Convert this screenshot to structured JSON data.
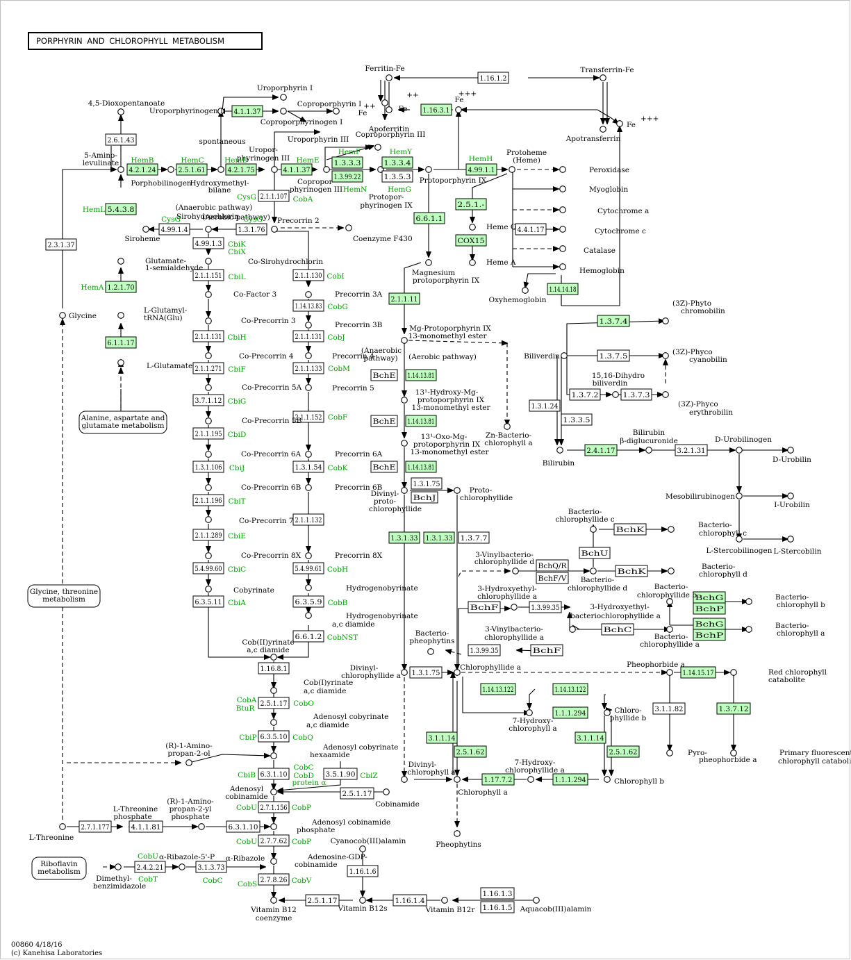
{
  "title": "PORPHYRIN AND CHLOROPHYLL METABOLISM",
  "footer": [
    "00860 4/18/16",
    "(c) Kanehisa Laboratories"
  ],
  "enzymes": [
    {
      "label": "2.6.1.43",
      "hl": false
    },
    {
      "label": "4.2.1.24",
      "hl": true
    },
    {
      "label": "2.5.1.61",
      "hl": true
    },
    {
      "label": "4.2.1.75",
      "hl": true
    },
    {
      "label": "4.1.1.37",
      "hl": true
    },
    {
      "label": "4.1.1.37",
      "hl": true
    },
    {
      "label": "1.3.3.3",
      "hl": true
    },
    {
      "label": "1.3.99.22",
      "hl": true
    },
    {
      "label": "1.3.3.4",
      "hl": true
    },
    {
      "label": "1.3.5.3",
      "hl": false
    },
    {
      "label": "4.99.1.1",
      "hl": true
    },
    {
      "label": "1.16.3.1",
      "hl": true
    },
    {
      "label": "1.16.1.2",
      "hl": false
    },
    {
      "label": "2.5.1.-",
      "hl": true
    },
    {
      "label": "COX15",
      "hl": true
    },
    {
      "label": "4.4.1.17",
      "hl": false
    },
    {
      "label": "1.14.14.18",
      "hl": true
    },
    {
      "label": "5.4.3.8",
      "hl": true
    },
    {
      "label": "1.2.1.70",
      "hl": true
    },
    {
      "label": "6.1.1.17",
      "hl": true
    },
    {
      "label": "2.3.1.37",
      "hl": false
    },
    {
      "label": "2.1.1.107",
      "hl": false
    },
    {
      "label": "4.99.1.4",
      "hl": false
    },
    {
      "label": "1.3.1.76",
      "hl": false
    },
    {
      "label": "4.99.1.3",
      "hl": false
    },
    {
      "label": "2.1.1.151",
      "hl": false
    },
    {
      "label": "2.1.1.131",
      "hl": false
    },
    {
      "label": "2.1.1.271",
      "hl": false
    },
    {
      "label": "3.7.1.12",
      "hl": false
    },
    {
      "label": "2.1.1.195",
      "hl": false
    },
    {
      "label": "1.3.1.106",
      "hl": false
    },
    {
      "label": "2.1.1.196",
      "hl": false
    },
    {
      "label": "2.1.1.289",
      "hl": false
    },
    {
      "label": "5.4.99.60",
      "hl": false
    },
    {
      "label": "6.3.5.11",
      "hl": false
    },
    {
      "label": "2.1.1.130",
      "hl": false
    },
    {
      "label": "1.14.13.83",
      "hl": false
    },
    {
      "label": "2.1.1.131",
      "hl": false
    },
    {
      "label": "2.1.1.133",
      "hl": false
    },
    {
      "label": "2.1.1.152",
      "hl": false
    },
    {
      "label": "1.3.1.54",
      "hl": false
    },
    {
      "label": "2.1.1.132",
      "hl": false
    },
    {
      "label": "5.4.99.61",
      "hl": false
    },
    {
      "label": "6.3.5.9",
      "hl": false
    },
    {
      "label": "6.6.1.2",
      "hl": false
    },
    {
      "label": "6.6.1.1",
      "hl": true
    },
    {
      "label": "2.1.1.11",
      "hl": true
    },
    {
      "label": "BchE",
      "hl": false
    },
    {
      "label": "1.14.13.81",
      "hl": true
    },
    {
      "label": "BchE",
      "hl": false
    },
    {
      "label": "1.14.13.81",
      "hl": true
    },
    {
      "label": "BchE",
      "hl": false
    },
    {
      "label": "1.14.13.81",
      "hl": true
    },
    {
      "label": "1.3.1.75",
      "hl": false
    },
    {
      "label": "BchJ",
      "hl": false
    },
    {
      "label": "1.3.1.33",
      "hl": true
    },
    {
      "label": "1.3.1.33",
      "hl": true
    },
    {
      "label": "1.3.7.7",
      "hl": false
    },
    {
      "label": "1.3.7.4",
      "hl": true
    },
    {
      "label": "1.3.7.5",
      "hl": false
    },
    {
      "label": "1.3.7.2",
      "hl": false
    },
    {
      "label": "1.3.7.3",
      "hl": false
    },
    {
      "label": "1.3.1.24",
      "hl": false
    },
    {
      "label": "1.3.3.5",
      "hl": false
    },
    {
      "label": "2.4.1.17",
      "hl": true
    },
    {
      "label": "3.2.1.31",
      "hl": false
    },
    {
      "label": "BchK",
      "hl": false
    },
    {
      "label": "BchU",
      "hl": false
    },
    {
      "label": "BchQ/R",
      "hl": false
    },
    {
      "label": "BchF/V",
      "hl": false
    },
    {
      "label": "BchK",
      "hl": false
    },
    {
      "label": "BchF",
      "hl": false
    },
    {
      "label": "1.3.99.35",
      "hl": false
    },
    {
      "label": "BchC",
      "hl": false
    },
    {
      "label": "BchG",
      "hl": true
    },
    {
      "label": "BchP",
      "hl": true
    },
    {
      "label": "BchG",
      "hl": true
    },
    {
      "label": "BchP",
      "hl": true
    },
    {
      "label": "1.3.99.35",
      "hl": false
    },
    {
      "label": "BchF",
      "hl": false
    },
    {
      "label": "1.3.1.75",
      "hl": false
    },
    {
      "label": "1.14.15.17",
      "hl": true
    },
    {
      "label": "1.14.13.122",
      "hl": true
    },
    {
      "label": "1.14.13.122",
      "hl": true
    },
    {
      "label": "1.1.1.294",
      "hl": true
    },
    {
      "label": "3.1.1.82",
      "hl": false
    },
    {
      "label": "1.3.7.12",
      "hl": true
    },
    {
      "label": "3.1.1.14",
      "hl": true
    },
    {
      "label": "3.1.1.14",
      "hl": true
    },
    {
      "label": "2.5.1.62",
      "hl": true
    },
    {
      "label": "2.5.1.62",
      "hl": true
    },
    {
      "label": "1.17.7.2",
      "hl": true
    },
    {
      "label": "1.1.1.294",
      "hl": true
    },
    {
      "label": "1.16.8.1",
      "hl": false
    },
    {
      "label": "2.5.1.17",
      "hl": false
    },
    {
      "label": "6.3.5.10",
      "hl": false
    },
    {
      "label": "6.3.1.10",
      "hl": false
    },
    {
      "label": "3.5.1.90",
      "hl": false
    },
    {
      "label": "2.5.1.17",
      "hl": false
    },
    {
      "label": "2.7.1.156",
      "hl": false
    },
    {
      "label": "6.3.1.10",
      "hl": false
    },
    {
      "label": "2.7.7.62",
      "hl": false
    },
    {
      "label": "2.7.8.26",
      "hl": false
    },
    {
      "label": "2.7.1.177",
      "hl": false
    },
    {
      "label": "4.1.1.81",
      "hl": false
    },
    {
      "label": "2.4.2.21",
      "hl": false
    },
    {
      "label": "3.1.3.73",
      "hl": false
    },
    {
      "label": "2.5.1.17",
      "hl": false
    },
    {
      "label": "1.16.1.6",
      "hl": false
    },
    {
      "label": "1.16.1.4",
      "hl": false
    },
    {
      "label": "1.16.1.3",
      "hl": false
    },
    {
      "label": "1.16.1.5",
      "hl": false
    }
  ],
  "compounds": [
    "4,5-Dioxopentanoate",
    "5-Amino-",
    "levulinate",
    "Porphobilinogen",
    "Hydroxymethyl-",
    "bilane",
    "Uroporphyrinogen I",
    "Uroporphyrin I",
    "Coproporphyrin I",
    "Coproporphyrinogen I",
    "spontaneous",
    "Uroporphyrin III",
    "Uropor-",
    "phyrinogen III",
    "Coproporphyrin III",
    "Copropor-",
    "phyrinogen III",
    "Protoporphyrin IX",
    "Protopor-",
    "phyrinogen IX",
    "Protoheme",
    "(Heme)",
    "Ferritin-Fe",
    "Fe",
    "++",
    "Fe",
    "++",
    "Fe",
    "+++",
    "Apoferritin",
    "Transferrin-Fe",
    "Apotransferrin",
    "Fe",
    "+++",
    "Peroxidase",
    "Myoglobin",
    "Cytochrome a",
    "Cytochrome c",
    "Catalase",
    "Hemoglobin",
    "Heme O",
    "Heme A",
    "Oxyhemoglobin",
    "Glutamate-",
    "1-semialdehyde",
    "L-Glutamyl-",
    "tRNA(Glu)",
    "L-Glutamate",
    "Glycine",
    "(Anaerobic pathway)",
    "Sirohydrochlorin",
    "Siroheme",
    "(Aerobic pathway)",
    "Precorrin 2",
    "Coenzyme F430",
    "Co-Sirohydrochlorin",
    "Co-Factor 3",
    "Co-Precorrin 3",
    "Co-Precorrin 4",
    "Co-Precorrin 5A",
    "Co-Precorrin 5B",
    "Co-Precorrin 6A",
    "Co-Precorrin 6B",
    "Co-Precorrin 7",
    "Co-Precorrin 8X",
    "Cobyrinate",
    "Precorrin 3A",
    "Precorrin 3B",
    "Precorrin 4",
    "Precorrin 5",
    "Precorrin 6A",
    "Precorrin 6B",
    "Precorrin 8X",
    "Hydrogenobyrinate",
    "Hydrogenobyrinate",
    "a,c diamide",
    "Cob(II)yrinate",
    "a,c diamide",
    "Cob(I)yrinate",
    "a,c diamide",
    "Adenosyl cobyrinate",
    "a,c diamide",
    "Adenosyl cobyrinate",
    "hexaamide",
    "Adenosyl",
    "cobinamide",
    "Cobinamide",
    "Adenosyl cobinamide",
    "phosphate",
    "Adenosine-GDP-",
    "cobinamide",
    "Cyanocob(III)alamin",
    "Vitamin B12",
    "coenzyme",
    "Vitamin B12s",
    "Vitamin B12r",
    "Aquacob(III)alamin",
    "(R)-1-Amino-",
    "propan-2-ol",
    "(R)-1-Amino-",
    "propan-2-yl",
    "phosphate",
    "L-Threonine",
    "phosphate",
    "L-Threonine",
    "α-Ribazole-5'-P",
    "α-Ribazole",
    "Dimethyl-",
    "benzimidazole",
    "Magnesium",
    "protoporphyrin IX",
    "Mg-Protoporphyrin IX",
    "13-monomethyl ester",
    "(Anaerobic",
    "pathway)",
    "(Aerobic pathway)",
    "13¹-Hydroxy-Mg-",
    "protoporphyrin IX",
    "13-monomethyl ester",
    "13¹-Oxo-Mg-",
    "protoporphyrin IX",
    "13-monomethyl ester",
    "Zn-Bacterio-",
    "chlorophyll a",
    "Divinyl-",
    "proto-",
    "chlorophyllide",
    "Proto-",
    "chlorophyllide",
    "Bacterio-",
    "pheophytins",
    "Divinyl-",
    "chlorophyllide a",
    "Chlorophyllide a",
    "Divinyl-",
    "chlorophyll a",
    "Chlorophyll a",
    "Pheophytins",
    "7-Hydroxy-",
    "chlorophyllide a",
    "Chloro-",
    "phyllide b",
    "7-Hydroxy-",
    "chlorophyll a",
    "Chlorophyll b",
    "Pheophorbide a",
    "Red chlorophyll",
    "catabolite",
    "Pyro-",
    "pheophorbide a",
    "Primary fluorescent",
    "chlorophyll catabolite",
    "3-Vinylbacterio-",
    "chlorophyllide d",
    "Bacterio-",
    "chlorophyllide d",
    "Bacterio-",
    "chlorophyll d",
    "Bacterio-",
    "chlorophyllide c",
    "Bacterio-",
    "chlorophyll c",
    "3-Hydroxyethyl-",
    "chlorophyllide a",
    "3-Hydroxyethyl-",
    "bacteriochlorophyllide a",
    "3-Vinylbacterio-",
    "chlorophyllide a",
    "Bacterio-",
    "chlorophyllide b",
    "Bacterio-",
    "chlorophyll b",
    "Bacterio-",
    "chlorophyllide a",
    "Bacterio-",
    "chlorophyll a",
    "Biliverdin",
    "(3Z)-Phyto",
    "chromobilin",
    "(3Z)-Phyco",
    "cyanobilin",
    "15,16-Dihydro",
    "biliverdin",
    "(3Z)-Phyco",
    "erythrobilin",
    "Bilirubin",
    "Bilirubin",
    "β-diglucuronide",
    "D-Urobilinogen",
    "D-Urobilin",
    "Mesobilirubinogen",
    "I-Urobilin",
    "L-Stercobilinogen",
    "L-Stercobilin"
  ],
  "genes": [
    "HemB",
    "HemC",
    "HemD",
    "HemE",
    "HemF",
    "HemY",
    "HemN",
    "HemG",
    "HemH",
    "HemL",
    "HemA",
    "CysG",
    "CobA",
    "CysG",
    "CysG",
    "CbiK",
    "CbiX",
    "CbiL",
    "CbiH",
    "CbiF",
    "CbiG",
    "CbiD",
    "CbiJ",
    "CbiT",
    "CbiE",
    "CbiC",
    "CbiA",
    "CobI",
    "CobG",
    "CobJ",
    "CobM",
    "CobF",
    "CobK",
    "CobH",
    "CobB",
    "CobNST",
    "CobA",
    "BtuR",
    "CobO",
    "CbiP",
    "CobQ",
    "CobC",
    "CobD",
    "protein α",
    "CbiB",
    "CbiZ",
    "CobU",
    "CobP",
    "CobU",
    "CobP",
    "CobU",
    "CobT",
    "CobC",
    "CobS",
    "CobV"
  ],
  "maps": [
    "Alanine, aspartate and",
    "glutamate metabolism",
    "Glycine, threonine",
    "metabolism",
    "Riboflavin",
    "metabolism"
  ]
}
